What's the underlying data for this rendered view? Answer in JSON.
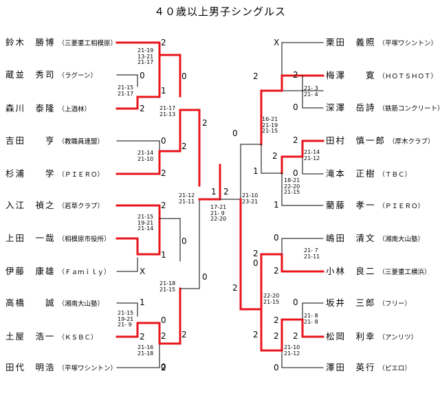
{
  "title": "４０歳以上男子シングルス",
  "left_players": [
    {
      "name": "鈴木　勝博",
      "club": "（三菱重工相模原）"
    },
    {
      "name": "蔵並　秀司",
      "club": "（ラグーン）"
    },
    {
      "name": "森川　泰隆",
      "club": "（上酒林）"
    },
    {
      "name": "吉田　　亨",
      "club": "（教職員連盟）"
    },
    {
      "name": "杉浦　　学",
      "club": "（ＰＩＥＲＯ）"
    },
    {
      "name": "入江　禎之",
      "club": "（若草クラブ）"
    },
    {
      "name": "上田　一哉",
      "club": "（相模原市役所）"
    },
    {
      "name": "伊藤　康雄",
      "club": "（Ｆａｍｉｌｙ）"
    },
    {
      "name": "高橋　　誠",
      "club": "（湘南大山塾）"
    },
    {
      "name": "土屋　浩一",
      "club": "（ＫＳＢＣ）"
    },
    {
      "name": "田代　明浩",
      "club": "（平塚ワシントン）"
    }
  ],
  "right_players": [
    {
      "name": "栗田　義照",
      "club": "（平塚ワシントン）"
    },
    {
      "name": "梅澤　　寛",
      "club": "（ＨＯＴＳＨＯＴ）"
    },
    {
      "name": "深澤　岳詩",
      "club": "（鉄筋コンクリート）"
    },
    {
      "name": "田村　慎一郎",
      "club": "（厚木クラブ）"
    },
    {
      "name": "滝本　正樹",
      "club": "（ＴＢＣ）"
    },
    {
      "name": "藺藤　孝一",
      "club": "（ＰＩＥＲＯ）"
    },
    {
      "name": "嶋田　清文",
      "club": "（湘南大山塾）"
    },
    {
      "name": "小林　良二",
      "club": "（三菱重工横浜）"
    },
    {
      "name": "坂井　三郎",
      "club": "（フリー）"
    },
    {
      "name": "松岡　利幸",
      "club": "（アンリツ）"
    },
    {
      "name": "澤田　英行",
      "club": "（ピエロ）"
    }
  ],
  "round_numbers": {
    "l1": "2",
    "l2": "0",
    "l3": "1",
    "l4": "2",
    "l5": "0",
    "l6": "2",
    "l7": "0",
    "l8": "2",
    "l9": "0",
    "l10": "2",
    "l11": "2",
    "l12": "0",
    "l13": "1",
    "l14": "X",
    "l15": "0",
    "l16": "1",
    "l17": "0",
    "l18": "2",
    "l19": "2",
    "l20": "2",
    "l21": "2",
    "f1": "1",
    "f2": "2",
    "r1": "X",
    "r2": "2",
    "r3": "0",
    "r4": "2",
    "r5": "2",
    "r6": "2",
    "r7": "0",
    "r8": "1",
    "r9": "0",
    "r10": "1",
    "r11": "0",
    "r12": "2",
    "r13": "2",
    "r14": "0",
    "r15": "2",
    "r16": "2",
    "r17": "2",
    "r18": "0",
    "r19": "2",
    "r20": "2",
    "r21": "0"
  },
  "scores": {
    "a": "21-19\n13-21\n21-17",
    "b": "21-15\n21-17",
    "c": "21-17\n21-13",
    "d": "21-14\n21-10",
    "e": "21-12\n21-11",
    "f": "21-15\n19-21\n21-14",
    "g": "21-18\n21-15",
    "h": "21-15\n19-21\n21- 9",
    "i": "21-16\n21-18",
    "final": "17-21\n21- 9\n22-20",
    "j": "16-21\n21-19\n21-15",
    "k": "21- 3\n21- 4",
    "l": "21-14\n21-12",
    "m": "18-21\n22-20\n21-15",
    "n": "21-10\n23-21",
    "o": "21- 7\n21-11",
    "p": "22-20\n21-15",
    "q": "21- 8\n21- 8",
    "r": "21-10\n21-12"
  },
  "colors": {
    "win": "#e8141b",
    "line": "#000000"
  }
}
